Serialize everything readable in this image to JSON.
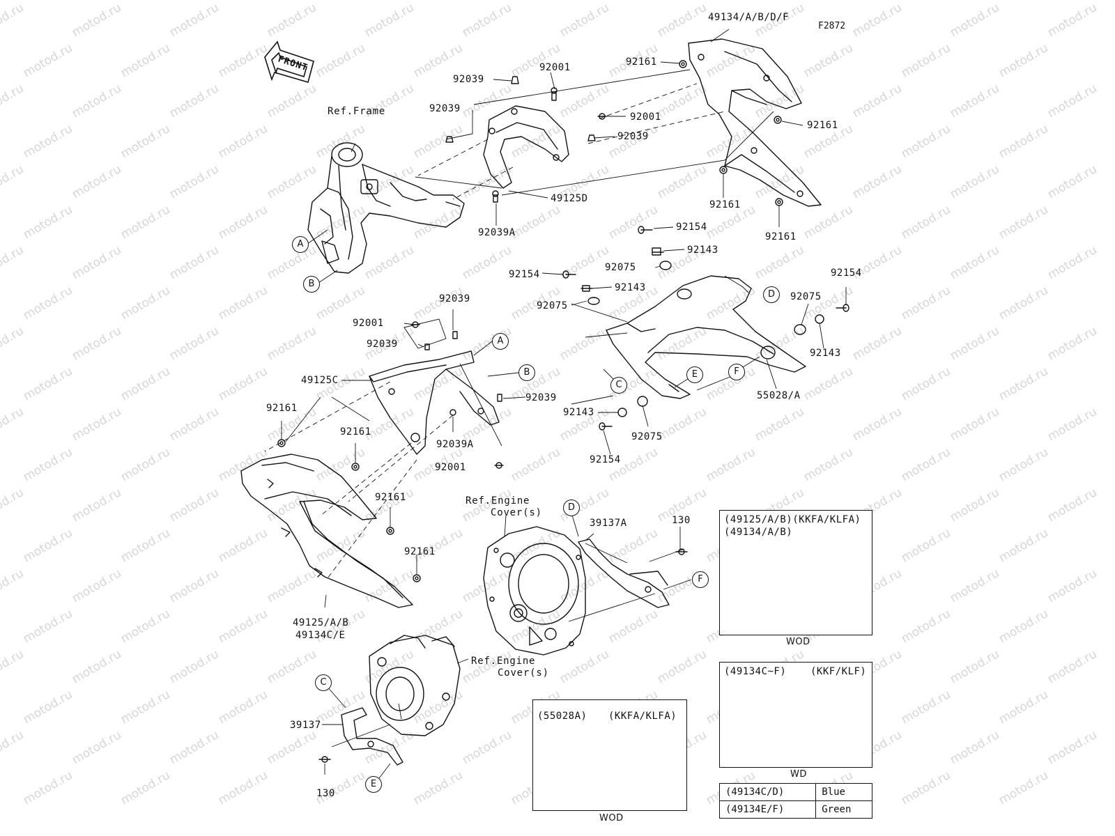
{
  "figure_id": "F2872",
  "watermark": "motod.ru",
  "front_sign": "FRONT",
  "refs": {
    "frame": "Ref.Frame",
    "engine_cover_top_l1": "Ref.Engine",
    "engine_cover_top_l2": "Cover(s)",
    "engine_cover_bottom_l1": "Ref.Engine",
    "engine_cover_bottom_l2": "Cover(s)"
  },
  "labels": {
    "p_49134_abdf": "49134/A/B/D/F",
    "p_92161_a": "92161",
    "p_92161_b": "92161",
    "p_92161_c": "92161",
    "p_92161_d": "92161",
    "p_92039_a": "92039",
    "p_92001_a": "92001",
    "p_92039_b": "92039",
    "p_92001_b": "92001",
    "p_92039_c": "92039",
    "p_49125d": "49125D",
    "p_92039a_a": "92039A",
    "p_92154_a": "92154",
    "p_92143_a": "92143",
    "p_92075_a": "92075",
    "p_92154_b": "92154",
    "p_92143_b": "92143",
    "p_92075_b": "92075",
    "p_92154_c": "92154",
    "p_92075_c": "92075",
    "p_92143_c": "92143",
    "p_55028a": "55028/A",
    "p_92143_d": "92143",
    "p_92075_d": "92075",
    "p_92154_d": "92154",
    "p_92039_d": "92039",
    "p_92001_c": "92001",
    "p_92039_e": "92039",
    "p_49125c": "49125C",
    "p_92039_f": "92039",
    "p_92039a_b": "92039A",
    "p_92001_d": "92001",
    "p_92161_e": "92161",
    "p_92161_f": "92161",
    "p_92161_g": "92161",
    "p_92161_h": "92161",
    "p_49125ab": "49125/A/B",
    "p_49134ce": "49134C/E",
    "p_39137a": "39137A",
    "p_130_a": "130",
    "p_39137": "39137",
    "p_130_b": "130"
  },
  "callouts": {
    "a1": "A",
    "b1": "B",
    "a2": "A",
    "b2": "B",
    "c1": "C",
    "d1": "D",
    "e1": "E",
    "f1": "F",
    "d2": "D",
    "f2": "F",
    "c2": "C",
    "e2": "E"
  },
  "variant_boxes": {
    "box1": {
      "line1": "(49125/A/B)(KKFA/KLFA)",
      "line2": "(49134/A/B)",
      "caption": "WOD"
    },
    "box2": {
      "line1": "(49134C~F)",
      "line1b": "(KKF/KLF)",
      "caption": "WD"
    },
    "box3": {
      "line1": "(55028A)",
      "line1b": "(KKFA/KLFA)",
      "caption": "WOD"
    }
  },
  "color_table": [
    {
      "code": "(49134C/D)",
      "color": "Blue"
    },
    {
      "code": "(49134E/F)",
      "color": "Green"
    }
  ]
}
